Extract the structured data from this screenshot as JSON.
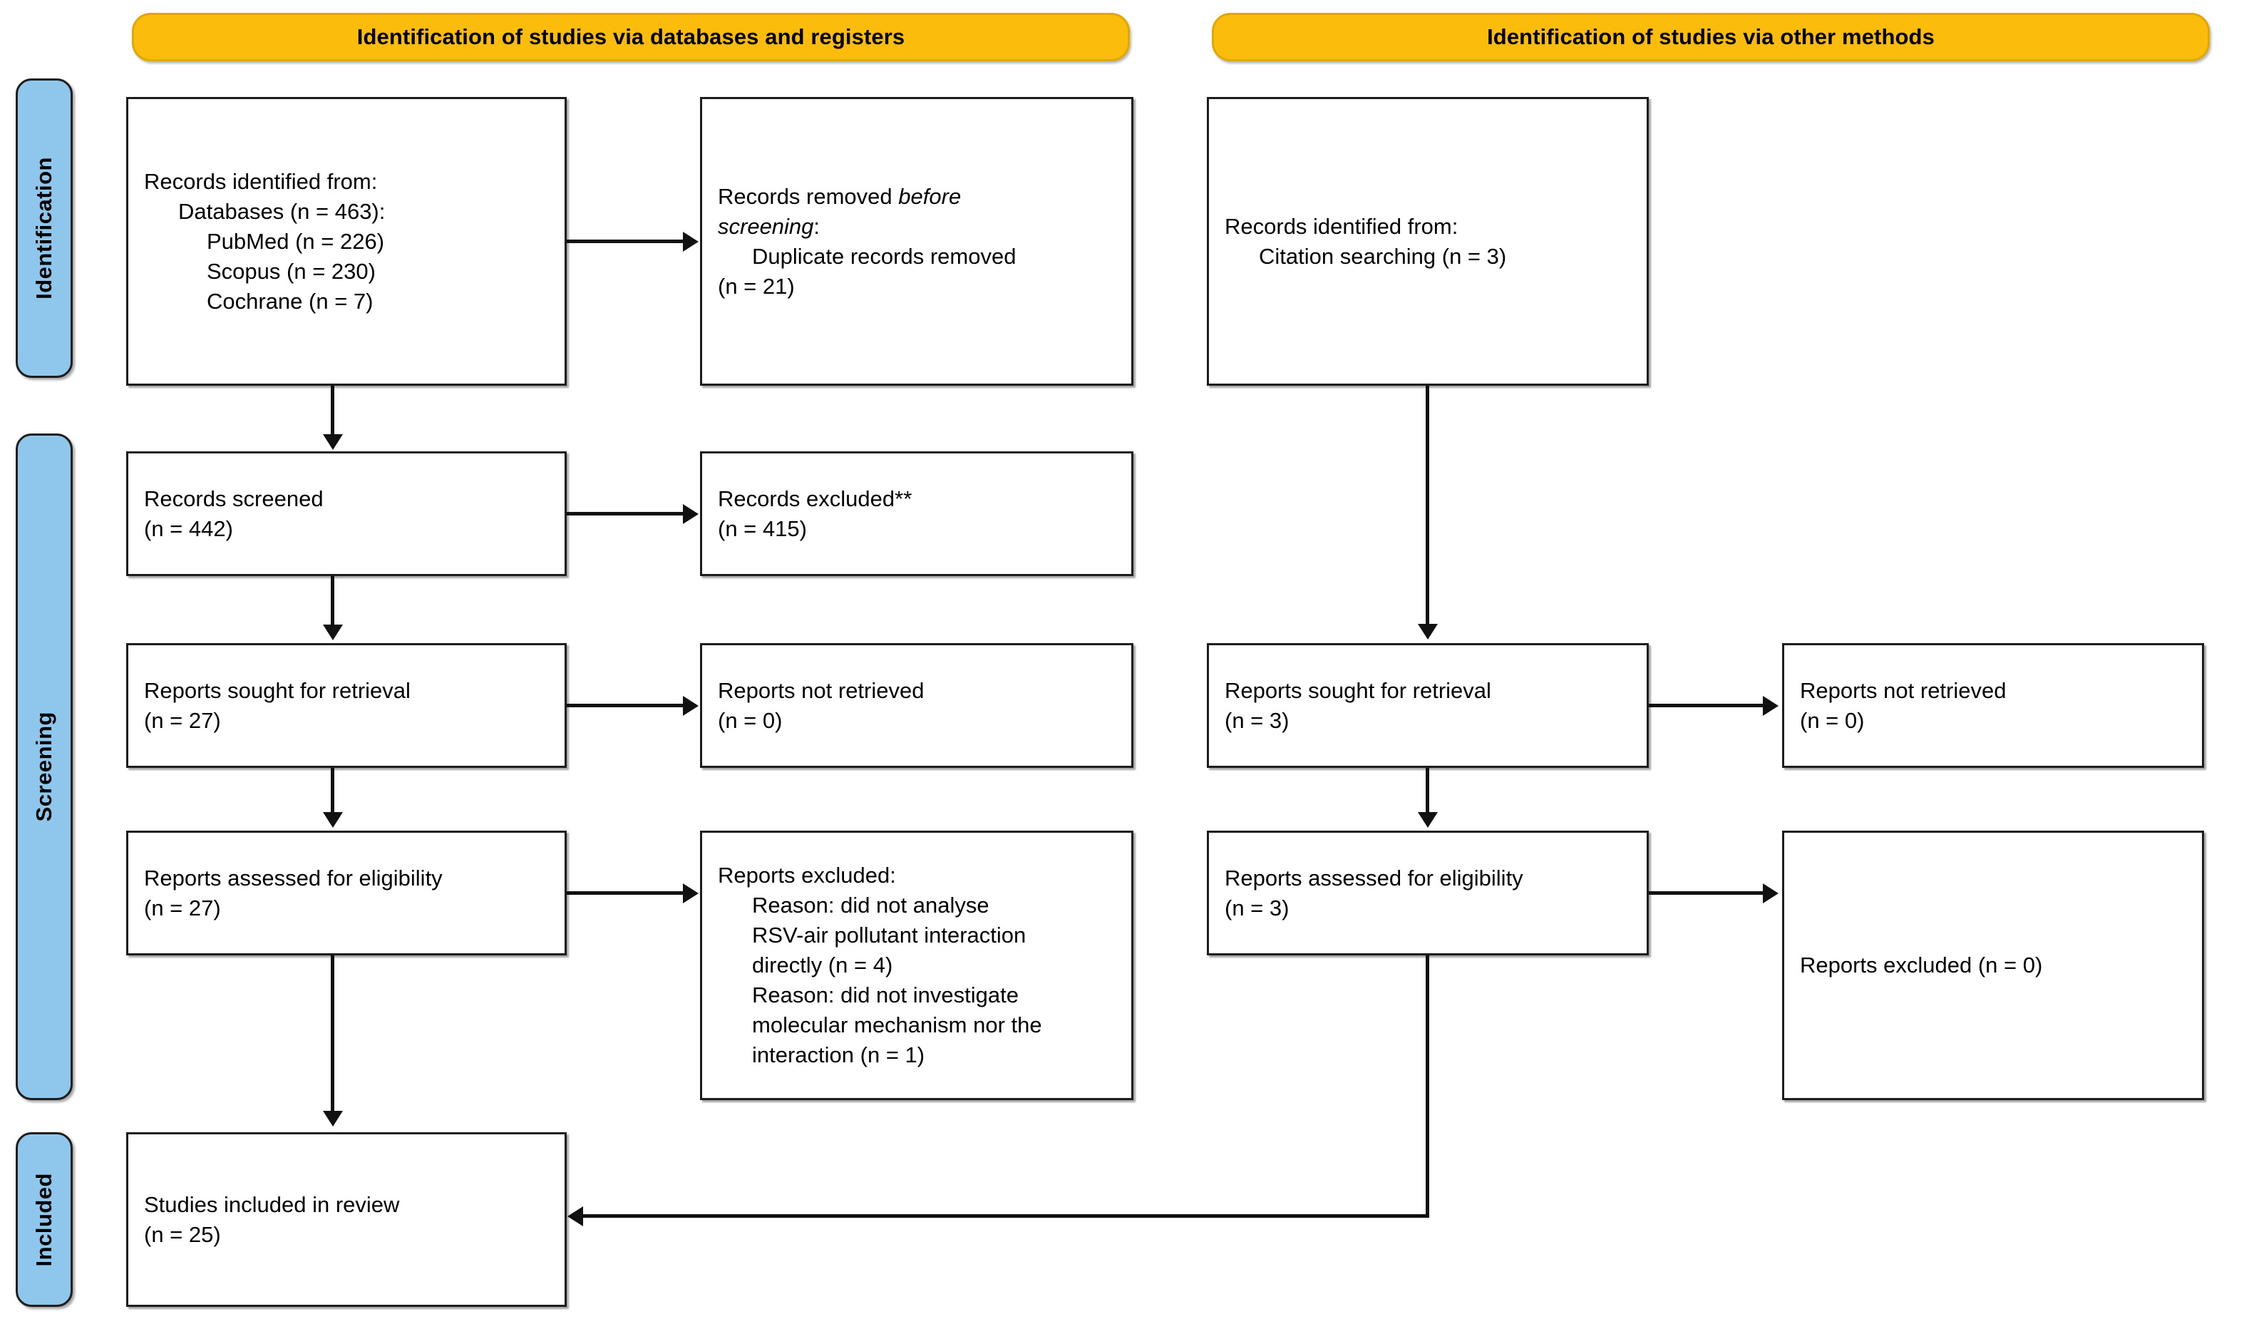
{
  "diagram": {
    "type": "prisma-flow-diagram",
    "banners": [
      {
        "id": "databases-registers",
        "label": "Identification of studies via databases and registers"
      },
      {
        "id": "other-methods",
        "label": "Identification of studies via other methods"
      }
    ],
    "stage_labels": [
      {
        "id": "identification",
        "label": "Identification"
      },
      {
        "id": "screening",
        "label": "Screening"
      },
      {
        "id": "included",
        "label": "Included"
      }
    ],
    "left_column": {
      "records_identified": {
        "line1": "Records identified from:",
        "line2": "Databases (n = 463):",
        "line3": "PubMed (n = 226)",
        "line4": "Scopus (n = 230)",
        "line5": "Cochrane (n = 7)"
      },
      "records_removed": {
        "line1_a": "Records removed ",
        "line1_b": "before",
        "line2_a": "screening",
        "line2_b": ":",
        "line3": "Duplicate records removed",
        "line4": "(n = 21)"
      },
      "records_screened": {
        "line1": "Records screened",
        "line2": "(n = 442)"
      },
      "records_excluded": {
        "line1": "Records excluded**",
        "line2": "(n = 415)"
      },
      "reports_sought": {
        "line1": "Reports sought for retrieval",
        "line2": "(n = 27)"
      },
      "reports_not_retrieved": {
        "line1": "Reports not retrieved",
        "line2": "(n = 0)"
      },
      "reports_assessed": {
        "line1": "Reports assessed for eligibility",
        "line2": "(n = 27)"
      },
      "reports_excluded": {
        "line1": "Reports excluded:",
        "line2": "Reason: did not analyse",
        "line3": "RSV-air pollutant interaction",
        "line4": "directly (n = 4)",
        "line5": "Reason: did not investigate",
        "line6": "molecular mechanism nor the",
        "line7": "interaction (n = 1)"
      },
      "studies_included": {
        "line1": "Studies included in review",
        "line2": "(n = 25)"
      }
    },
    "right_column": {
      "records_identified": {
        "line1": "Records identified from:",
        "line2": "Citation searching (n = 3)"
      },
      "reports_sought": {
        "line1": "Reports sought for retrieval",
        "line2": "(n = 3)"
      },
      "reports_not_retrieved": {
        "line1": "Reports not retrieved",
        "line2": "(n = 0)"
      },
      "reports_assessed": {
        "line1": "Reports assessed for eligibility",
        "line2": "(n = 3)"
      },
      "reports_excluded": {
        "line1": "Reports excluded (n = 0)"
      }
    },
    "colors": {
      "banner_fill": "#FBBC0B",
      "banner_border": "#E0A800",
      "stage_label_fill": "#8FC6EB",
      "box_border": "#1D1D1D",
      "box_fill": "#FFFFFF",
      "text": "#000000"
    }
  }
}
